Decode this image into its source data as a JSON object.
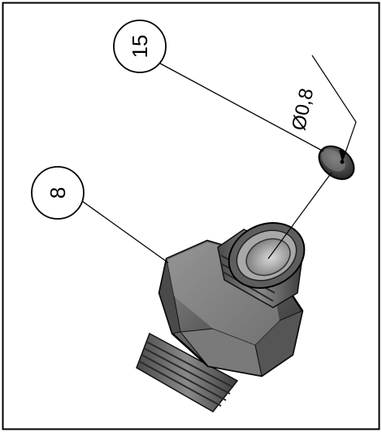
{
  "balloons": [
    {
      "label": "15"
    },
    {
      "label": "8"
    }
  ],
  "dimension": {
    "label": "Ø0,8"
  },
  "colors": {
    "border": "#000000",
    "leader": "#000000",
    "part_dark": "#3a3a3a",
    "part_mid": "#6e6e6e",
    "part_light": "#9a9a9a",
    "part_highlight": "#c4c4c4",
    "background": "#ffffff"
  }
}
